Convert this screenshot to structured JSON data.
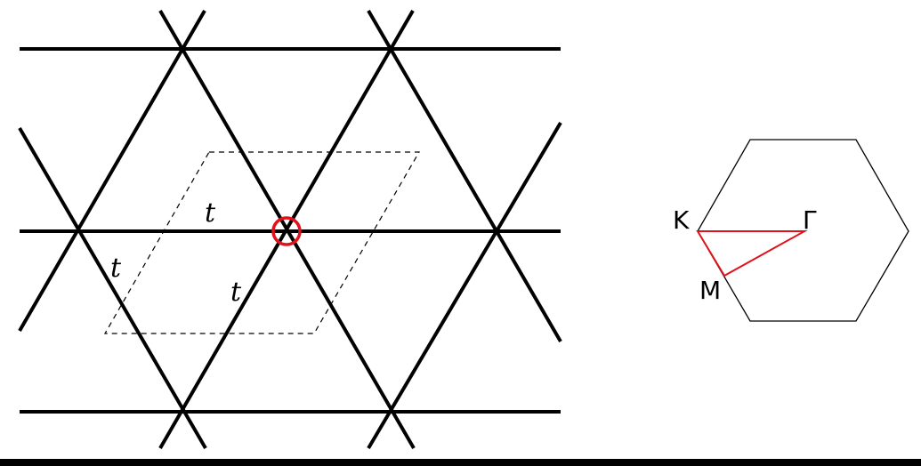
{
  "lattice": {
    "hopping_labels": [
      "t",
      "t",
      "t"
    ]
  },
  "brillouin_zone": {
    "points": [
      "K",
      "Γ",
      "M"
    ]
  },
  "colors": {
    "lattice": "#000000",
    "highlight": "#e0121b",
    "background": "#ffffff"
  }
}
